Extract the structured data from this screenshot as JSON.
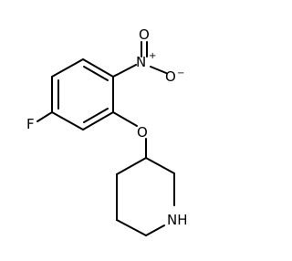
{
  "structure": {
    "atoms": {
      "fluorine": "F",
      "nitro_nitrogen": "N",
      "nitro_nitrogen_charge": "+",
      "nitro_oxygen_top": "O",
      "nitro_oxygen_right": "O",
      "nitro_oxygen_right_charge": "−",
      "ether_oxygen": "O",
      "ring_nitrogen": "NH"
    },
    "colors": {
      "bond": "#000000",
      "label": "#000000",
      "background": "#ffffff"
    }
  }
}
